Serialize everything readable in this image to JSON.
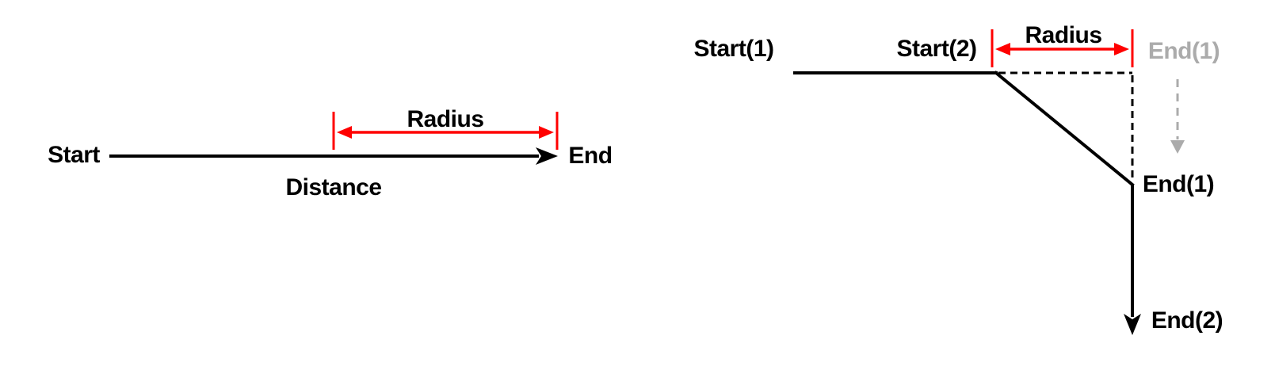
{
  "colors": {
    "line": "#000000",
    "accent_red": "#ff0000",
    "muted_gray": "#ababab",
    "background": "#ffffff"
  },
  "left_diagram": {
    "start_label": "Start",
    "end_label": "End",
    "radius_label": "Radius",
    "distance_label": "Distance"
  },
  "right_diagram": {
    "start1_label": "Start(1)",
    "start2_label": "Start(2)",
    "radius_label": "Radius",
    "end1_ghost_label": "End(1)",
    "end1_label": "End(1)",
    "end2_label": "End(2)"
  }
}
